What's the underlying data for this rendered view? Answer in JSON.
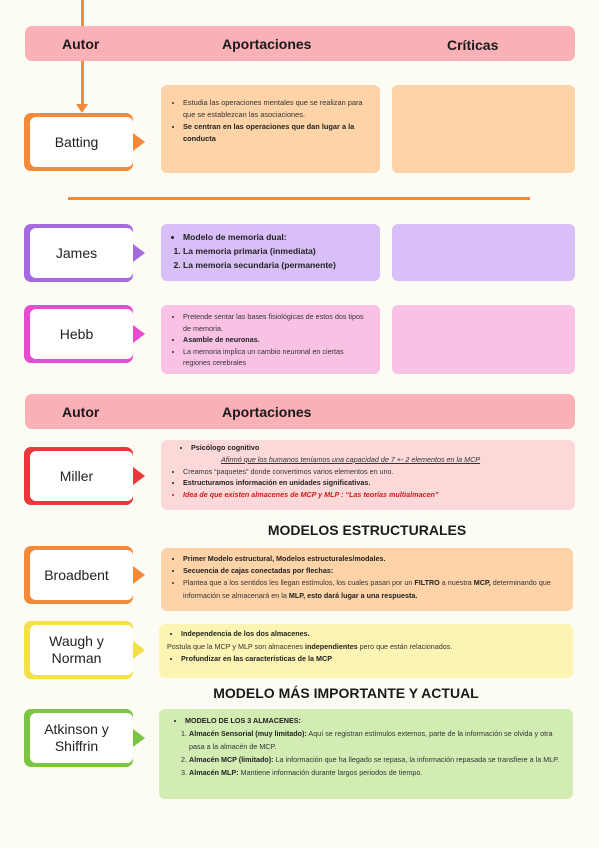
{
  "header1": {
    "author": "Autor",
    "contributions": "Aportaciones",
    "critiques": "Críticas"
  },
  "header2": {
    "author": "Autor",
    "contributions": "Aportaciones"
  },
  "authors": {
    "batting": "Batting",
    "james": "James",
    "hebb": "Hebb",
    "miller": "Miller",
    "broadbent": "Broadbent",
    "waugh": "Waugh y Norman",
    "atkinson": "Atkinson y Shiffrin"
  },
  "batting_card": {
    "item1": "Estudia las operaciones mentales que se realizan para que se establezcan las asociaciones.",
    "item2": "Se centran en las operaciones que dan lugar a la conducta"
  },
  "james_card": {
    "title": "Modelo de memoria dual:",
    "item1": "La memoria primaria (inmediata)",
    "item2": "La memoria secundaria (permanente)"
  },
  "hebb_card": {
    "item1": "Pretende sentar las bases fisiológicas de estos dos tipos de memoria.",
    "item2": "Asamble de neuronas.",
    "item3": "La memoria implica un cambio neuronal en ciertas regiones cerebrales"
  },
  "miller_card": {
    "item1": "Psicólogo cognitivo",
    "item1_sub": "Afirmó que los humanos teníamos una capacidad de 7 +- 2 elementos en la MCP",
    "item2": "Creamos “paquetes” donde convertimos varios elementos en uno.",
    "item3": "Estructuramos información en unidades significativas.",
    "item4": "Idea de que existen almacenes de MCP y MLP : “Las teorías multialmacen”"
  },
  "section_structural": "MODELOS ESTRUCTURALES",
  "broadbent_card": {
    "item1": "Primer Modelo estructural, Modelos estructurales/modales.",
    "item2": "Secuencia de cajas conectadas por flechas:",
    "item3_a": "Plantea que a los sentidos les llegan estímulos, los cuales pasan por un ",
    "item3_b": "FILTRO",
    "item3_c": " a nuestra ",
    "item3_d": "MCP,",
    "item3_e": " determinando que información se almacenará en la ",
    "item3_f": "MLP, esto dará lugar a una respuesta."
  },
  "waugh_card": {
    "item1": "Independencia de los dos almacenes.",
    "line2_a": "Postula que la MCP y MLP son almacenes ",
    "line2_b": "independientes",
    "line2_c": " pero que están relacionados.",
    "item3": "Profundizar en las características de la MCP"
  },
  "section_main": "MODELO MÁS IMPORTANTE Y ACTUAL",
  "atkinson_card": {
    "title": "MODELO DE LOS 3 ALMACENES:",
    "item1_b": "Almacén Sensorial (muy limitado):",
    "item1_t": " Aquí se registran estímulos externos, parte de la información se olvida y otra pasa a la almacén de MCP.",
    "item2_b": "Almacén MCP (limitado):",
    "item2_t": " La información que ha llegado se repasa, la información repasada se transfiere a la MLP.",
    "item3_b": "Almacén MLP:",
    "item3_t": " Mantiene información durante largos periodos de tiempo."
  },
  "colors": {
    "header": "#f9b0b6",
    "orange": "#f28a3a",
    "orange_light": "#fdd3a7",
    "purple": "#a56ae0",
    "purple_light": "#d8bff7",
    "pink": "#e64ccf",
    "pink_light": "#f9c2e4",
    "red": "#e8383b",
    "red_light": "#fcd9d9",
    "yellow": "#f3e04a",
    "yellow_light": "#fdf3b2",
    "green": "#7cc444",
    "green_light": "#d2ecb4"
  }
}
